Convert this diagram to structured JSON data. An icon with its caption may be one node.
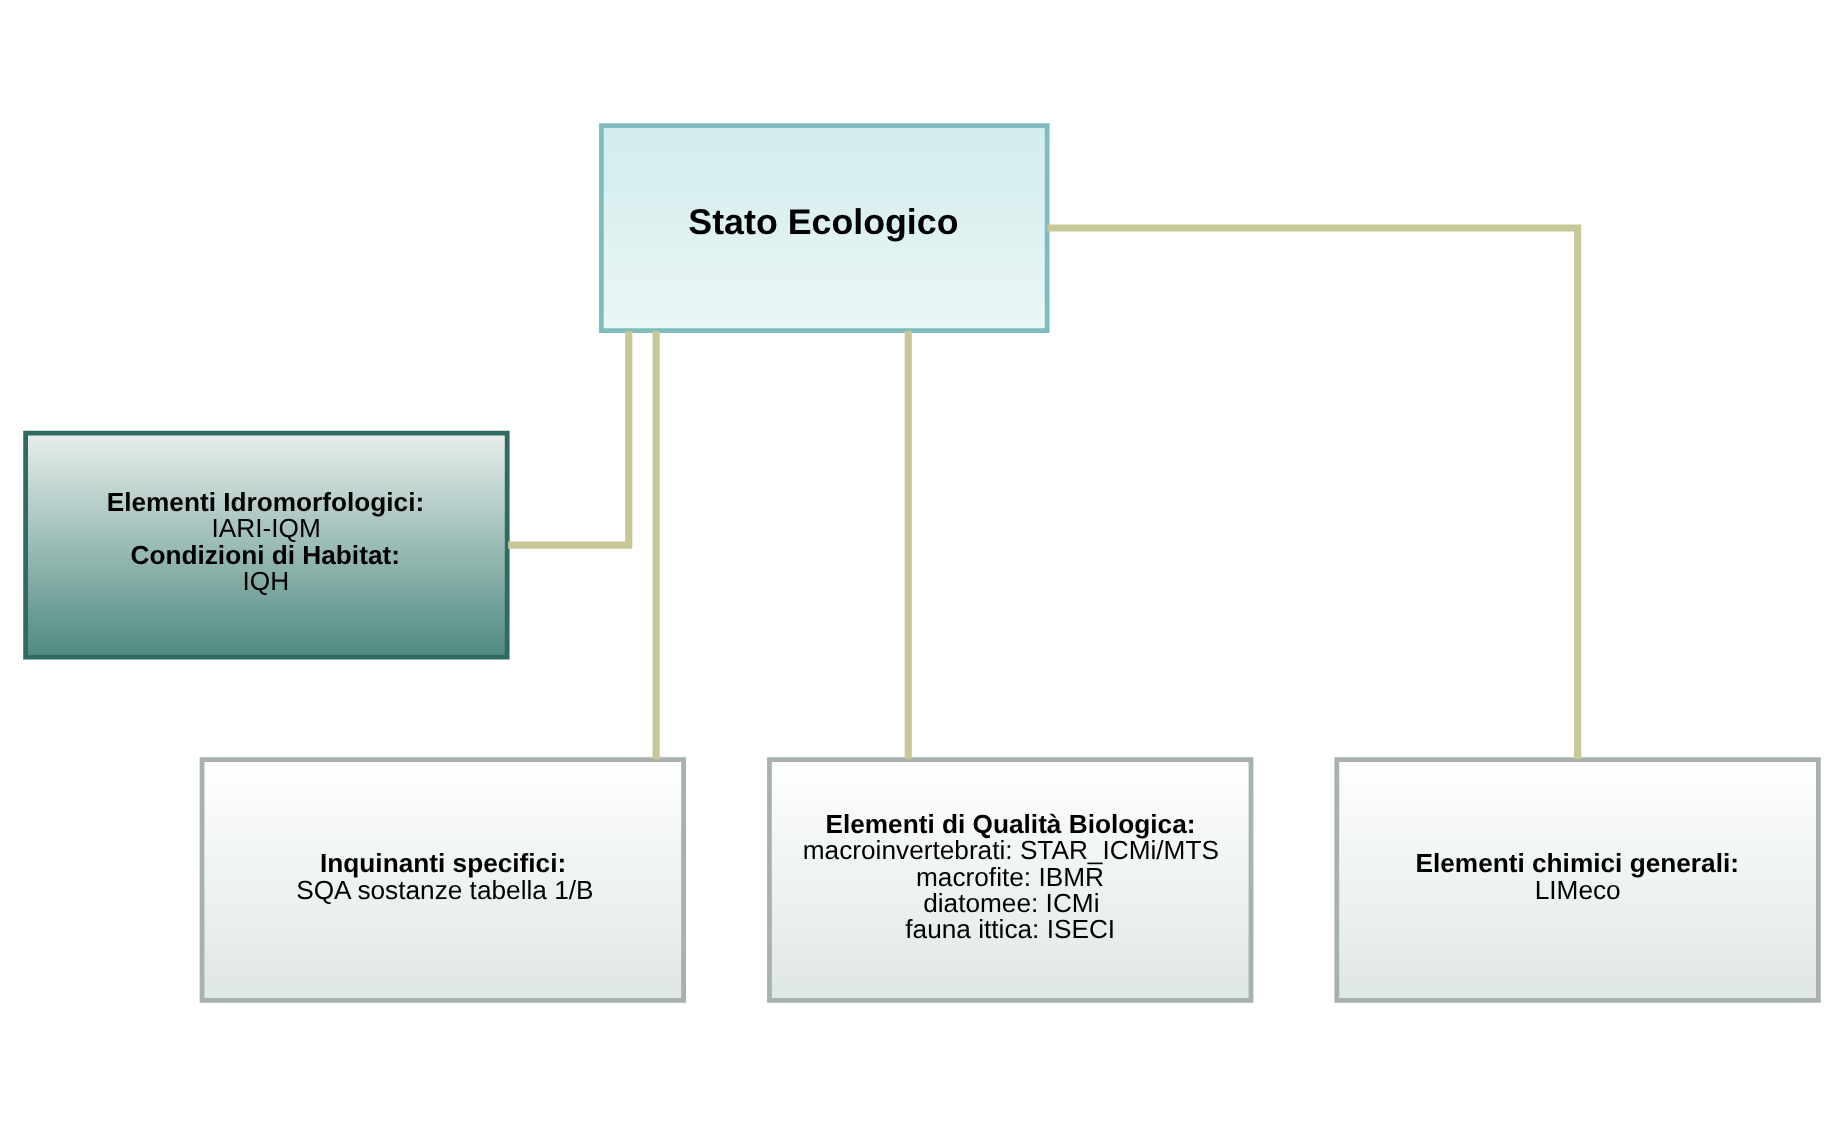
{
  "diagram": {
    "nodes": [
      {
        "text": [
          "Stato Ecologico"
        ]
      },
      {
        "text": [
          "Elementi Idromorfologici:",
          "IARI-IQM",
          "Condizioni di Habitat:",
          "IQH"
        ]
      },
      {
        "text": [
          "Inquinanti specifici:",
          "SQA sostanze tabella 1/B"
        ]
      },
      {
        "text": [
          "Elementi di Qualità Biologica:",
          "macroinvertebrati: STAR_ICMi/MTS",
          "macrofite: IBMR",
          "diatomee: ICMi",
          "fauna ittica: ISECI"
        ]
      },
      {
        "text": [
          "Elementi chimici generali:",
          "LIMeco"
        ]
      }
    ],
    "edges": [
      {
        "from": 0,
        "to": 1,
        "arrow": "none"
      },
      {
        "from": 0,
        "to": 2,
        "arrow": "none"
      },
      {
        "from": 0,
        "to": 3,
        "arrow": "none"
      },
      {
        "from": 0,
        "to": 4,
        "arrow": "none"
      }
    ]
  }
}
